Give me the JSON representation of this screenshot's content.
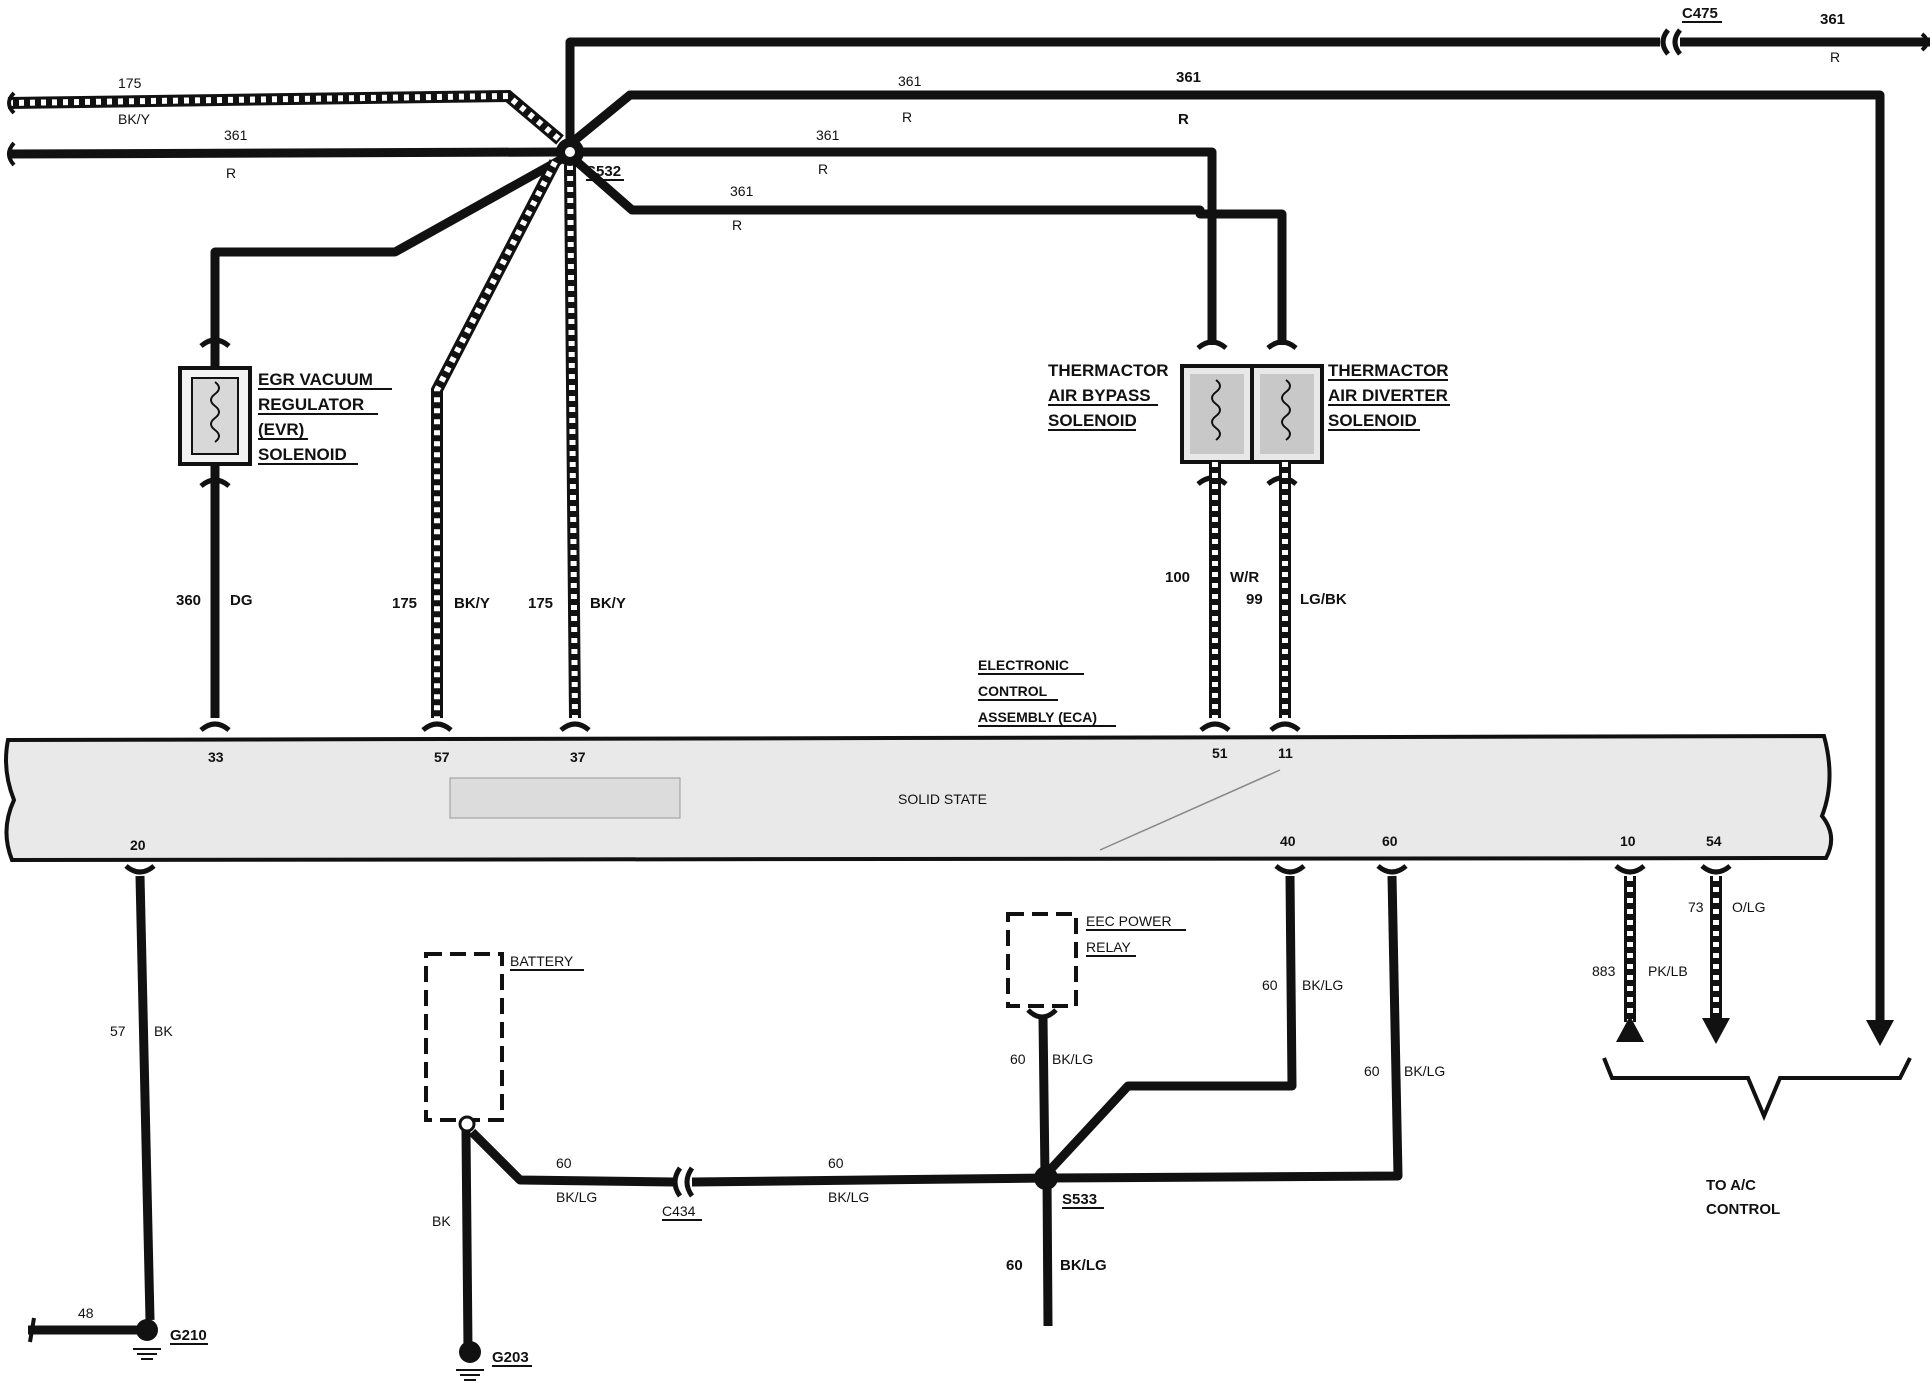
{
  "splices": {
    "s532": "S532",
    "s533": "S533"
  },
  "connectors": {
    "c475": "C475",
    "c434": "C434"
  },
  "grounds": {
    "g210": "G210",
    "g203": "G203"
  },
  "components": {
    "egr": [
      "EGR VACUUM",
      "REGULATOR",
      "(EVR)",
      "SOLENOID"
    ],
    "bypass": [
      "THERMACTOR",
      "AIR BYPASS",
      "SOLENOID"
    ],
    "diverter": [
      "THERMACTOR",
      "AIR DIVERTER",
      "SOLENOID"
    ],
    "eca": [
      "ELECTRONIC",
      "CONTROL",
      "ASSEMBLY (ECA)"
    ],
    "solid_state": "SOLID STATE",
    "battery": "BATTERY",
    "eec_relay": [
      "EEC POWER",
      "RELAY"
    ],
    "ac_control": [
      "TO A/C",
      "CONTROL"
    ]
  },
  "wires": {
    "top_right": {
      "circuit": "361",
      "color": "R"
    },
    "left_175": {
      "circuit": "175",
      "color": "BK/Y"
    },
    "left_361": {
      "circuit": "361",
      "color": "R"
    },
    "run_361_a": {
      "circuit": "361",
      "color": "R"
    },
    "run_361_b": {
      "circuit": "361",
      "color": "R"
    },
    "run_361_c": {
      "circuit": "361",
      "color": "R"
    },
    "run_361_d": {
      "circuit": "361",
      "color": "R"
    },
    "egr_360": {
      "circuit": "360",
      "color": "DG"
    },
    "eca57_175": {
      "circuit": "175",
      "color": "BK/Y"
    },
    "eca37_175": {
      "circuit": "175",
      "color": "BK/Y"
    },
    "bypass_100": {
      "circuit": "100",
      "color": "W/R"
    },
    "diverter_99": {
      "circuit": "99",
      "color": "LG/BK"
    },
    "gnd_57": {
      "circuit": "57",
      "color": "BK"
    },
    "gnd_48": {
      "circuit": "48"
    },
    "ac_73": {
      "circuit": "73",
      "color": "O/LG"
    },
    "ac_883": {
      "circuit": "883",
      "color": "PK/LB"
    },
    "eca40_60": {
      "circuit": "60",
      "color": "BK/LG"
    },
    "eca60_60": {
      "circuit": "60",
      "color": "BK/LG"
    },
    "relay_60": {
      "circuit": "60",
      "color": "BK/LG"
    },
    "batt_bk": {
      "color": "BK"
    },
    "batt_60": {
      "circuit": "60",
      "color": "BK/LG"
    },
    "c434_60": {
      "circuit": "60",
      "color": "BK/LG"
    },
    "s533_60": {
      "circuit": "60",
      "color": "BK/LG"
    }
  },
  "eca_pins": {
    "p33": "33",
    "p57": "57",
    "p37": "37",
    "p51": "51",
    "p11": "11",
    "p20": "20",
    "p40": "40",
    "p60": "60",
    "p10": "10",
    "p54": "54"
  }
}
